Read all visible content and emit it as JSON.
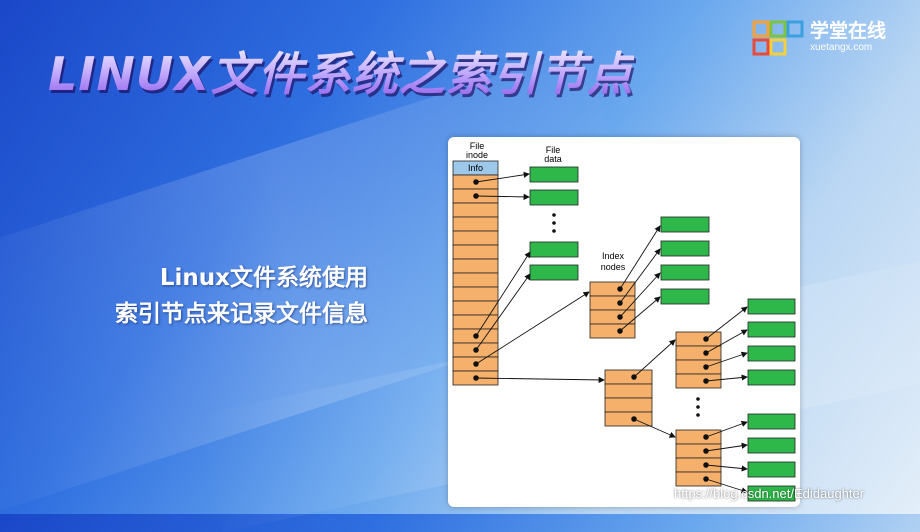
{
  "slide": {
    "title": "LINUX文件系统之索引节点",
    "body_line1": "Linux文件系统使用",
    "body_line2": "索引节点来记录文件信息"
  },
  "logo": {
    "name_cn": "学堂在线",
    "name_en": "xuetangx.com"
  },
  "diagram": {
    "label_file_inode_1": "File",
    "label_file_inode_2": "inode",
    "label_info": "Info",
    "label_file_data_1": "File",
    "label_file_data_2": "data",
    "label_index_nodes_1": "Index",
    "label_index_nodes_2": "nodes",
    "colors": {
      "inode": "#f5b06b",
      "info": "#9ec8ea",
      "data": "#2fb84a",
      "border": "#222222"
    }
  },
  "watermark": "https://blog.csdn.net/Edidaughter"
}
